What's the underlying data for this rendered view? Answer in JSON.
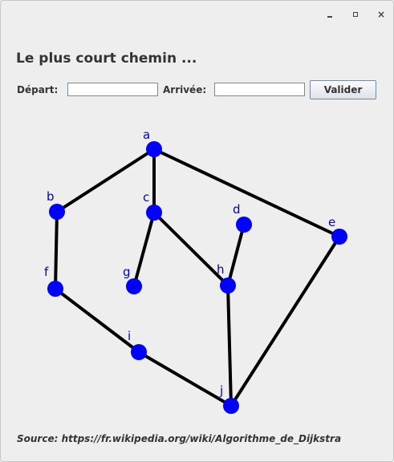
{
  "window": {
    "controls": {
      "minimize": "minimize-icon",
      "maximize": "maximize-icon",
      "close": "close-icon",
      "close_glyph": "×"
    }
  },
  "title": "Le plus court chemin ...",
  "form": {
    "depart_label": "Départ:",
    "depart_value": "",
    "arrivee_label": "Arrivée:",
    "arrivee_value": "",
    "submit_label": "Valider"
  },
  "graph": {
    "node_color": "#0000ff",
    "label_color": "#0000cc",
    "edge_color": "#000000",
    "nodes": [
      "a",
      "b",
      "c",
      "d",
      "e",
      "f",
      "g",
      "h",
      "i",
      "j"
    ],
    "edges": [
      [
        "a",
        "b"
      ],
      [
        "a",
        "c"
      ],
      [
        "a",
        "e"
      ],
      [
        "b",
        "f"
      ],
      [
        "c",
        "g"
      ],
      [
        "c",
        "h"
      ],
      [
        "d",
        "h"
      ],
      [
        "e",
        "j"
      ],
      [
        "f",
        "i"
      ],
      [
        "h",
        "j"
      ],
      [
        "i",
        "j"
      ]
    ]
  },
  "source": "Source: https://fr.wikipedia.org/wiki/Algorithme_de_Dijkstra"
}
